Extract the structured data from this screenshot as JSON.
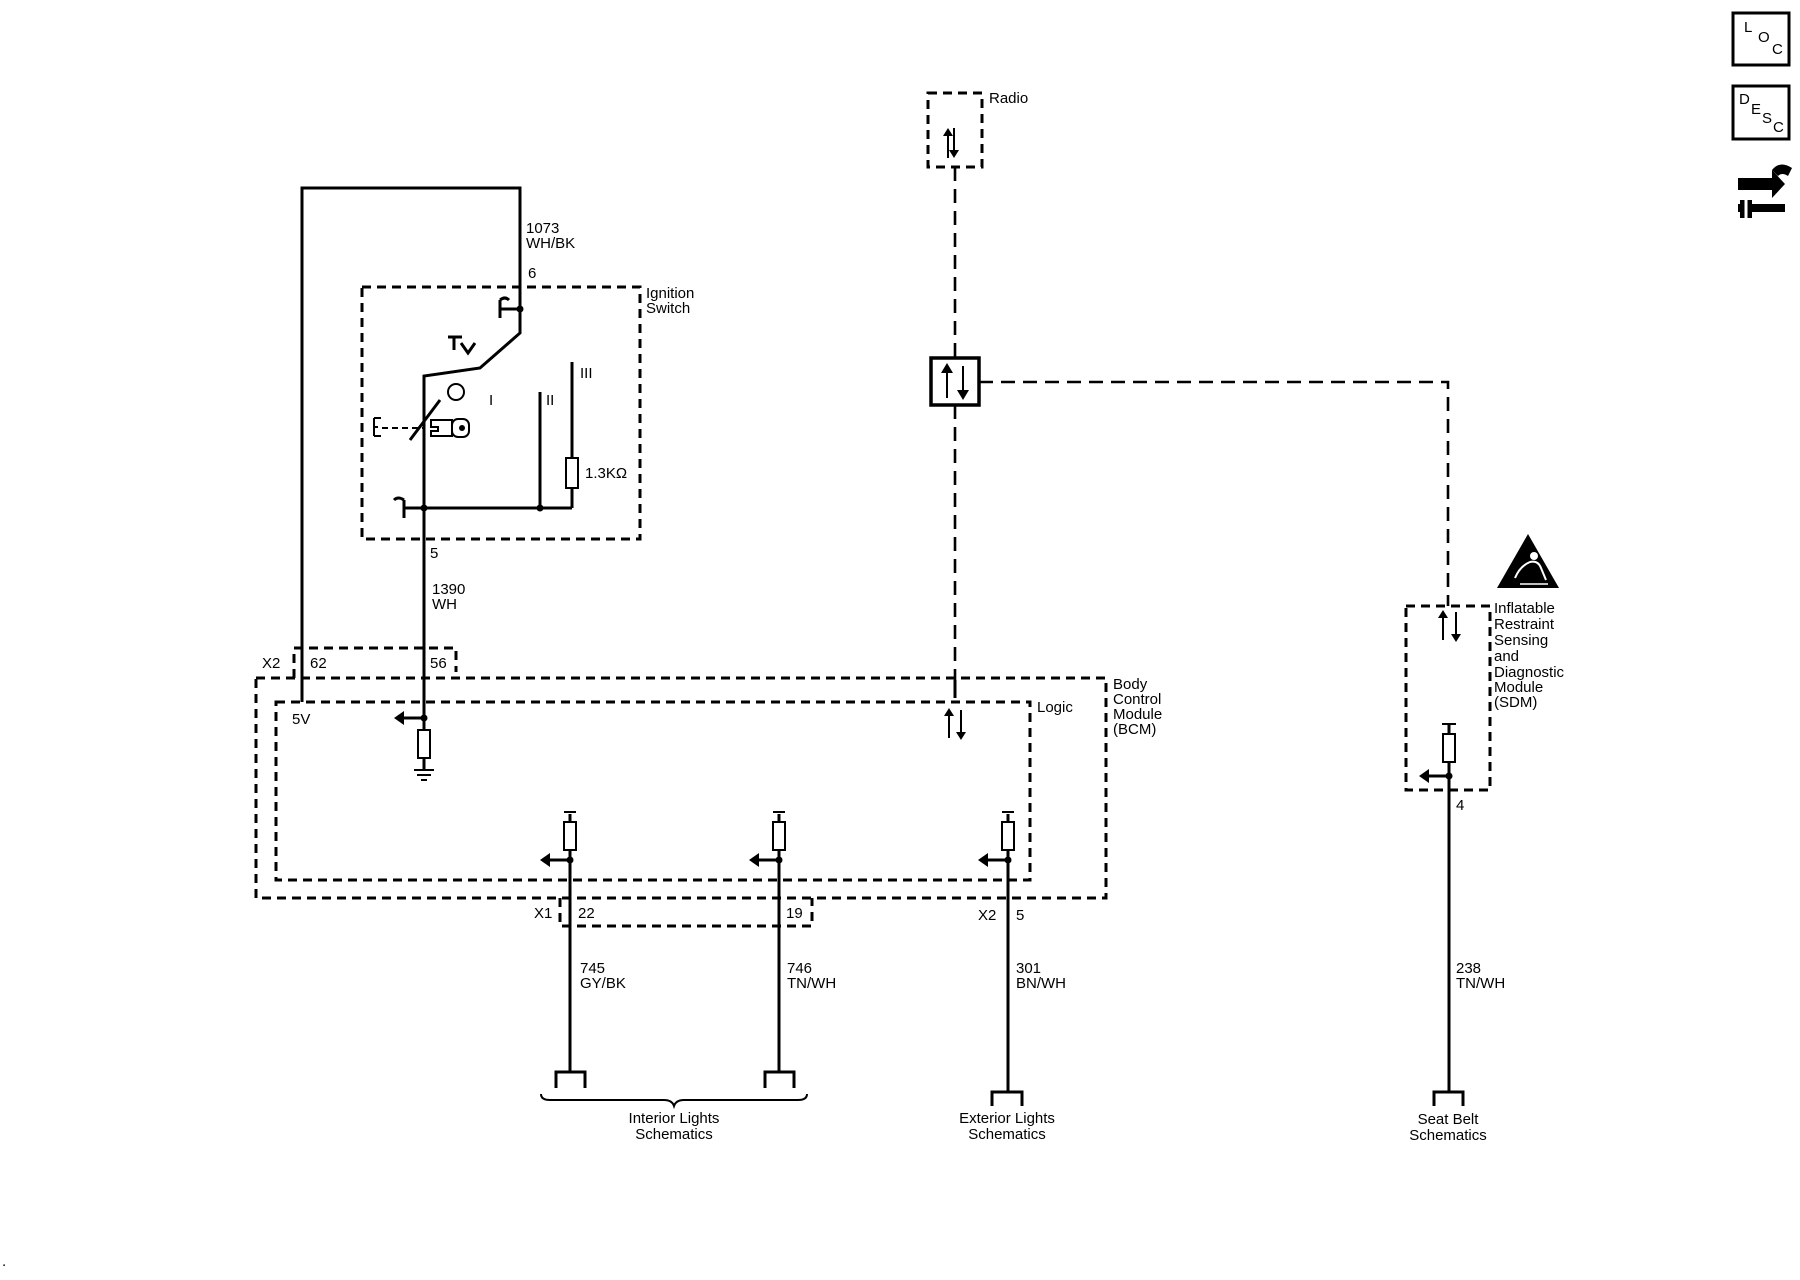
{
  "side_buttons": {
    "loc": [
      "L",
      "O",
      "C"
    ],
    "desc": [
      "D",
      "E",
      "S",
      "C"
    ],
    "nav_icon": "connector-end-view-icon"
  },
  "ignition": {
    "wire_top": {
      "circuit": "1073",
      "color": "WH/BK",
      "pin": "6"
    },
    "label": [
      "Ignition",
      "Switch"
    ],
    "positions": [
      "I",
      "II",
      "III"
    ],
    "resistor": "1.3KΩ",
    "wire_bottom": {
      "circuit": "1390",
      "color": "WH",
      "pin": "5"
    }
  },
  "radio": {
    "label": "Radio"
  },
  "bcm": {
    "connector_top": "X2",
    "pins_top": [
      "62",
      "56"
    ],
    "label": [
      "Body",
      "Control",
      "Module",
      "(BCM)"
    ],
    "logic": "Logic",
    "v5": "5V",
    "connector_x1": "X1",
    "connector_x2": "X2",
    "pins_bottom": [
      "22",
      "19",
      "5"
    ]
  },
  "sdm": {
    "label": [
      "Inflatable",
      "Restraint",
      "Sensing",
      "and",
      "Diagnostic",
      "Module",
      "(SDM)"
    ],
    "pin": "4",
    "warning_icon": "airbag-warning-icon"
  },
  "wires": [
    {
      "circuit": "745",
      "color": "GY/BK"
    },
    {
      "circuit": "746",
      "color": "TN/WH"
    },
    {
      "circuit": "301",
      "color": "BN/WH"
    },
    {
      "circuit": "238",
      "color": "TN/WH"
    }
  ],
  "destinations": {
    "interior": [
      "Interior Lights",
      "Schematics"
    ],
    "exterior": [
      "Exterior Lights",
      "Schematics"
    ],
    "seat_belt": [
      "Seat Belt",
      "Schematics"
    ]
  },
  "corner_mark": "."
}
